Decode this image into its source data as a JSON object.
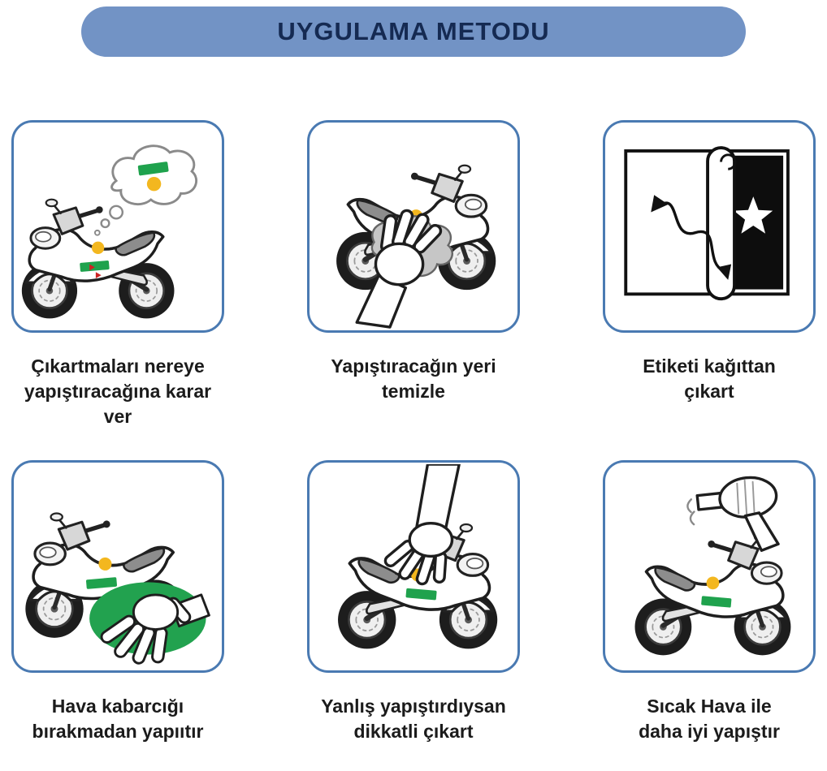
{
  "header": {
    "title": "UYGULAMA METODU"
  },
  "colors": {
    "banner_bg": "#7293c5",
    "banner_text": "#152a52",
    "panel_border": "#4a7ab2",
    "caption_text": "#1b1b1b",
    "sticker_green": "#1fa24d",
    "sticker_yellow": "#f3b71f",
    "cloth_gray": "#c6c6c6",
    "applicator_green": "#22a24f"
  },
  "steps": [
    {
      "id": 1,
      "icon": "motorcycle-thought-bubble-icon",
      "line1": "Çıkartmaları nereye",
      "line2": "yapıştıracağına karar ver"
    },
    {
      "id": 2,
      "icon": "motorcycle-cleaning-cloth-icon",
      "line1": "Yapıştıracağın yeri",
      "line2": "temizle"
    },
    {
      "id": 3,
      "icon": "sticker-sheet-peel-icon",
      "line1": "Etiketi kağıttan",
      "line2": "çıkart"
    },
    {
      "id": 4,
      "icon": "bubble-free-application-icon",
      "line1": "Hava kabarcığı",
      "line2": "bırakmadan yapııtır"
    },
    {
      "id": 5,
      "icon": "careful-peel-hand-icon",
      "line1": "Yanlış yapıştırdıysan",
      "line2": "dikkatli çıkart"
    },
    {
      "id": 6,
      "icon": "hair-dryer-heat-icon",
      "line1": "Sıcak Hava ile",
      "line2": "daha iyi yapıştır"
    }
  ]
}
